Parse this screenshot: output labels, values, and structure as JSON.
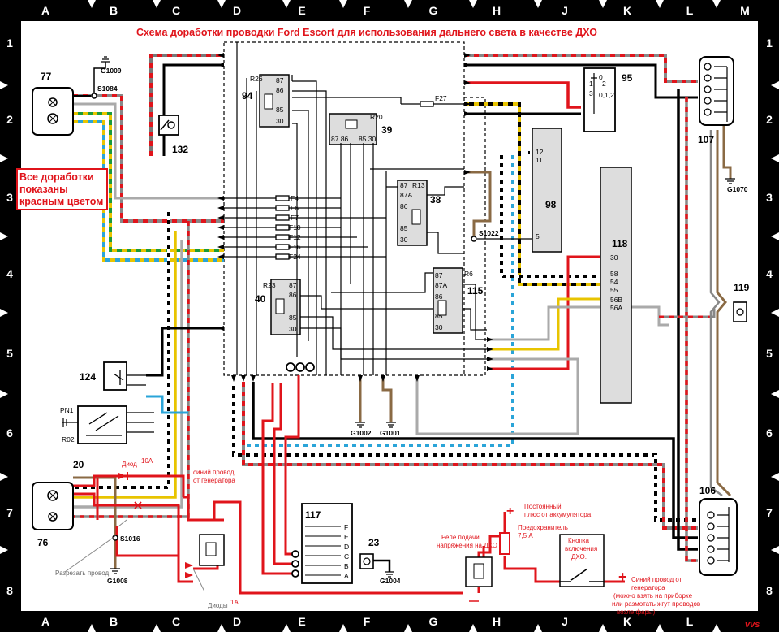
{
  "title": "Схема доработки проводки Ford Escort для использования дальнего света в качестве ДХО",
  "callout": [
    "Все доработки",
    "показаны",
    "красным цветом"
  ],
  "grid": {
    "columns": [
      "A",
      "B",
      "C",
      "D",
      "E",
      "F",
      "G",
      "H",
      "J",
      "K",
      "L",
      "M"
    ],
    "rows": [
      "1",
      "2",
      "3",
      "4",
      "5",
      "6",
      "7",
      "8"
    ]
  },
  "components": {
    "c77": "77",
    "c132": "132",
    "c94": "94",
    "c39": "39",
    "c38": "38",
    "c95": "95",
    "c107": "107",
    "c98": "98",
    "c118": "118",
    "c40": "40",
    "c115": "115",
    "c119": "119",
    "c124": "124",
    "c20": "20",
    "c76": "76",
    "c106": "106",
    "c117": "117",
    "c23": "23"
  },
  "relays": {
    "r26": "R26",
    "r20": "R20",
    "r13": "R13",
    "r23": "R23",
    "r6": "R6"
  },
  "relay_pins": {
    "p87": "87",
    "p86": "86",
    "p85": "85",
    "p30": "30",
    "p87a": "87A",
    "p8786": "87 86",
    "p8530": "85 30"
  },
  "fuses": {
    "f4": "F4",
    "f6": "F6",
    "f7": "F7",
    "f10": "F10",
    "f12": "F12",
    "f16": "F16",
    "f24": "F24",
    "f27": "F27"
  },
  "grounds": {
    "g1009": "G1009",
    "g1070": "G1070",
    "g1002": "G1002",
    "g1001": "G1001",
    "g1008": "G1008",
    "g1004": "G1004"
  },
  "splices": {
    "s1084": "S1084",
    "s1022": "S1022",
    "s1016": "S1016"
  },
  "c95_pins": {
    "p1": "1",
    "p0": "0",
    "p2": "2",
    "p3": "3",
    "p012": "0,1,2"
  },
  "c98_pins": {
    "p12": "12",
    "p11": "11",
    "p5": "5"
  },
  "c118_pins": {
    "p30": "30",
    "p58": "58",
    "p54": "54",
    "p55": "55",
    "p56b": "56B",
    "p56a": "56A"
  },
  "c117_pins": {
    "f": "F",
    "e": "E",
    "d": "D",
    "c": "C",
    "b": "B",
    "a": "A"
  },
  "c20_labels": {
    "pn1": "PN1",
    "r02": "R02"
  },
  "notes": {
    "diode_10a_label": "Диод",
    "diode_10a_value": "10А",
    "blue_wire_1": "синий провод",
    "blue_wire_2": "от генератора",
    "cut_wire": "Разрезать провод",
    "diodes": "Диоды",
    "diodes_value": "1А",
    "relay_drl_1": "Реле подачи",
    "relay_drl_2": "напряжения на ДХО",
    "battery_1": "Постоянный",
    "battery_2": "плюс от аккумулятора",
    "fuse_1": "Предохранитель",
    "fuse_2": "7,5 А",
    "button_1": "Кнопка",
    "button_2": "включения",
    "button_3": "ДХО.",
    "gen_1": "Синий провод от",
    "gen_2": "генератора",
    "gen_3": "(можно взять на приборке",
    "gen_4": "или размотать жгут проводов",
    "gen_5": "возле фары)",
    "plus": "+",
    "minus": "-"
  },
  "watermark": "vvs",
  "colors": {
    "red": "#e0141b",
    "frame": "#000000",
    "wire_yellow": "#e8c400",
    "wire_green": "#1a9a3a",
    "wire_blue": "#2aa4d8",
    "wire_brown": "#8a6a44",
    "wire_grey": "#9a9a9a"
  }
}
